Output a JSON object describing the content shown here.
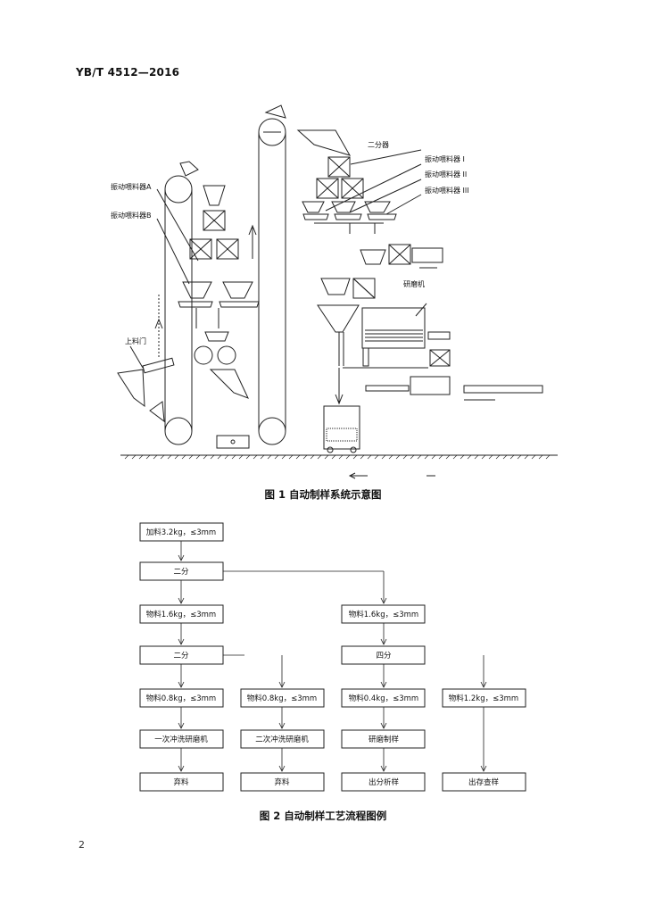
{
  "header": {
    "standard_id": "YB/T 4512—2016"
  },
  "page_number": "2",
  "figure1": {
    "caption": "图 1   自动制样系统示意图",
    "labels": {
      "divider": "二分器",
      "feeder_1": "振动喂料器 I",
      "feeder_2": "振动喂料器 II",
      "feeder_3": "振动喂料器 III",
      "feeder_a": "振动喂料器A",
      "feeder_b": "振动喂料器B",
      "grinder": "研磨机",
      "loading_door": "上料门"
    }
  },
  "figure2": {
    "caption": "图 2   自动制样工艺流程图例",
    "boxes": {
      "feed": "加料3.2kg，≤3mm",
      "split1": "二分",
      "mat1_left": "物料1.6kg，≤3mm",
      "mat1_right": "物料1.6kg，≤3mm",
      "split2": "二分",
      "split4": "四分",
      "mat_08": "物料0.8kg，≤3mm",
      "mat_08b": "物料0.8kg，≤3mm",
      "mat_04": "物料0.4kg，≤3mm",
      "mat_12": "物料1.2kg，≤3mm",
      "wash1": "一次冲洗研磨机",
      "wash2": "二次冲洗研磨机",
      "grind": "研磨制样",
      "discard1": "弃料",
      "discard2": "弃料",
      "analysis": "出分析样",
      "archive": "出存查样"
    }
  }
}
